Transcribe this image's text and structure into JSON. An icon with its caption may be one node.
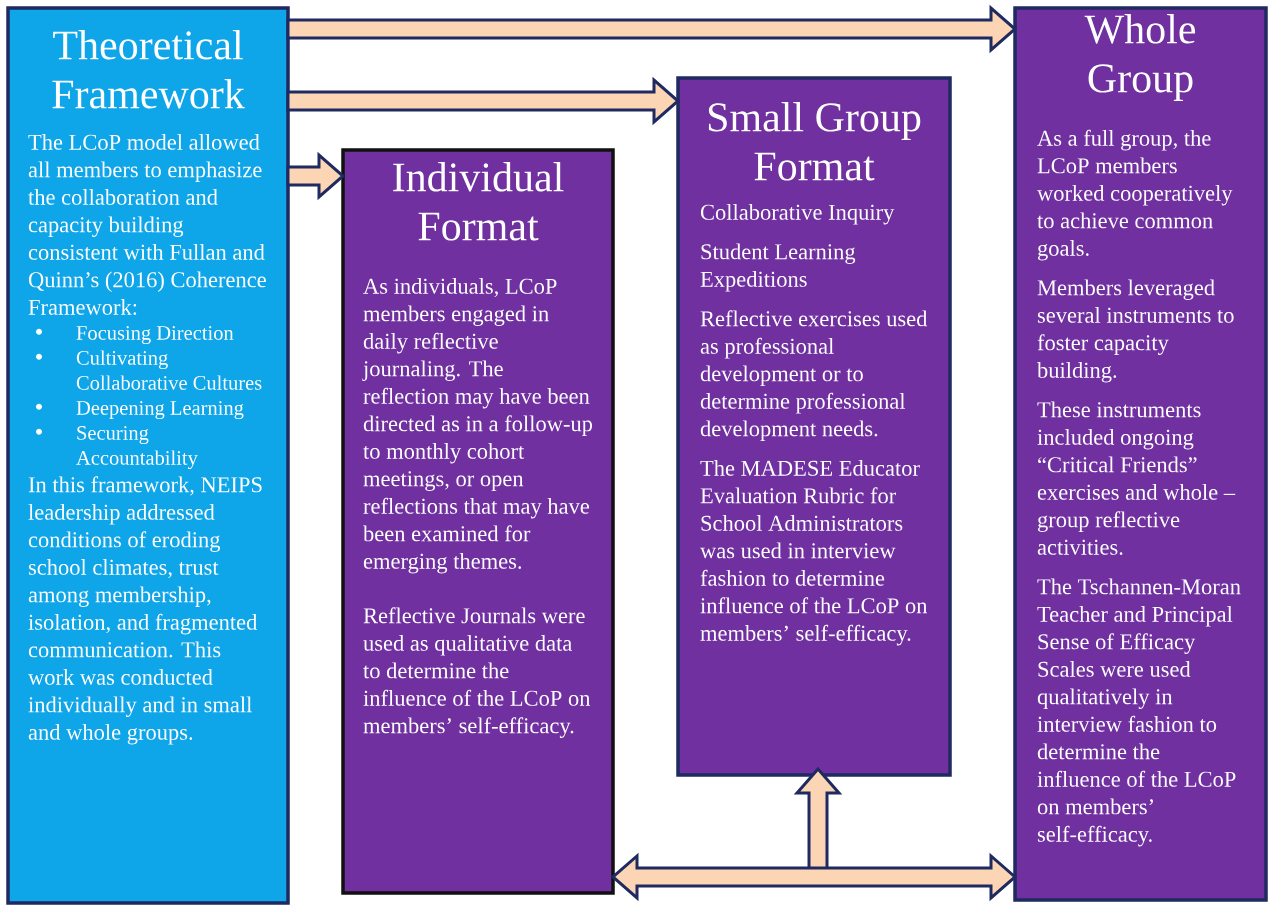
{
  "diagram": {
    "nodes": [
      {
        "text": [
          "Theoretical Framework",
          "The LCoP model allowed all members to emphasize the collaboration and capacity building consistent with Fullan and Quinn’s (2016) Coherence Framework:",
          "Focusing Direction",
          "Cultivating Collaborative Cultures",
          "Deepening Learning",
          "Securing Accountability",
          "In this framework, NEIPS leadership addressed conditions of eroding school climates, trust among membership, isolation, and fragmented communication.  This work was conducted individually and in small and whole groups."
        ]
      },
      {
        "text": [
          "Individual Format",
          "As individuals, LCoP members engaged in daily reflective journaling.  The reflection may have been directed as in a follow-up to monthly cohort meetings, or open reflections that may have been examined for emerging themes.",
          "Reflective Journals were used as qualitative data to determine the influence of the LCoP on members’ self-efficacy."
        ]
      },
      {
        "text": [
          "Small Group Format",
          "Collaborative Inquiry",
          "Student Learning Expeditions",
          "Reflective exercises used as professional development or to determine professional development needs.",
          "The MADESE Educator Evaluation Rubric for School Administrators was used in interview fashion to determine influence of the LCoP on members’ self-efficacy."
        ]
      },
      {
        "text": [
          "Whole Group",
          "As a full group, the LCoP members worked cooperatively to achieve common goals.",
          "Members leveraged several instruments to foster capacity building.",
          "These instruments included ongoing “Critical Friends” exercises and whole – group reflective activities.",
          "The Tschannen-Moran Teacher and Principal Sense of Efficacy Scales were used qualitatively in interview fashion to determine the influence of the LCoP on members’ self-efficacy."
        ]
      }
    ],
    "edges": [
      {
        "from": 0,
        "to": 3,
        "arrow": "to"
      },
      {
        "from": 0,
        "to": 2,
        "arrow": "to"
      },
      {
        "from": 0,
        "to": 1,
        "arrow": "to"
      },
      {
        "from": 1,
        "to": 3,
        "arrow": "both"
      },
      {
        "from": null,
        "to": 2,
        "arrow": "to"
      }
    ]
  }
}
